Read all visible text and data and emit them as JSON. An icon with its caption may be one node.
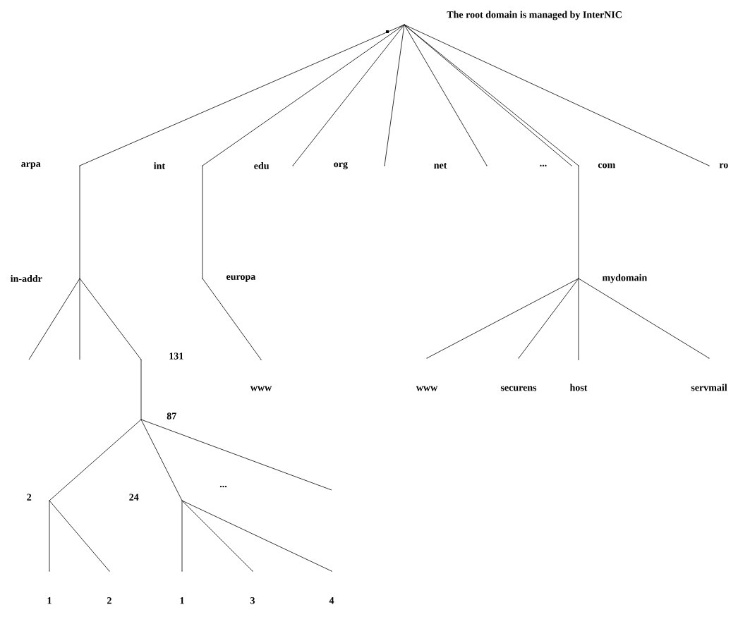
{
  "diagram": {
    "nodes": [
      {
        "text": [],
        "shape": "point"
      },
      {
        "text": [
          "arpa"
        ]
      },
      {
        "text": [
          "int"
        ]
      },
      {
        "text": [
          "edu"
        ]
      },
      {
        "text": [
          "org"
        ]
      },
      {
        "text": [
          "net"
        ]
      },
      {
        "text": [
          "..."
        ]
      },
      {
        "text": [
          "com"
        ]
      },
      {
        "text": [
          "ro"
        ]
      },
      {
        "text": [
          "in-addr"
        ]
      },
      {
        "text": [
          "europa"
        ]
      },
      {
        "text": [
          "mydomain"
        ]
      },
      {
        "text": [
          "131"
        ]
      },
      {
        "text": [
          "www"
        ]
      },
      {
        "text": [
          "www"
        ]
      },
      {
        "text": [
          "securens"
        ]
      },
      {
        "text": [
          "host"
        ]
      },
      {
        "text": [
          "servmail"
        ]
      },
      {
        "text": [
          "87"
        ]
      },
      {
        "text": [
          "2"
        ]
      },
      {
        "text": [
          "24"
        ]
      },
      {
        "text": [
          "1"
        ]
      },
      {
        "text": [
          "2"
        ]
      },
      {
        "text": [
          "1"
        ]
      },
      {
        "text": [
          "3"
        ]
      },
      {
        "text": [
          "4"
        ]
      }
    ],
    "edges": [
      {
        "from": 0,
        "to": 1,
        "arrow": "none"
      },
      {
        "from": 0,
        "to": 2,
        "arrow": "none"
      },
      {
        "from": 0,
        "to": 3,
        "arrow": "none"
      },
      {
        "from": 0,
        "to": 4,
        "arrow": "none"
      },
      {
        "from": 0,
        "to": 5,
        "arrow": "none"
      },
      {
        "from": 0,
        "to": 6,
        "arrow": "none"
      },
      {
        "from": 0,
        "to": 7,
        "arrow": "none"
      },
      {
        "from": 0,
        "to": 8,
        "arrow": "none"
      },
      {
        "from": 1,
        "to": 9,
        "arrow": "none"
      },
      {
        "from": 2,
        "to": 10,
        "arrow": "none"
      },
      {
        "from": 7,
        "to": 11,
        "arrow": "none"
      },
      {
        "from": 9,
        "to": null,
        "arrow": "none"
      },
      {
        "from": 9,
        "to": null,
        "arrow": "none"
      },
      {
        "from": 9,
        "to": 12,
        "arrow": "none"
      },
      {
        "from": 10,
        "to": 13,
        "arrow": "none"
      },
      {
        "from": 11,
        "to": 14,
        "arrow": "none"
      },
      {
        "from": 11,
        "to": 15,
        "arrow": "none"
      },
      {
        "from": 11,
        "to": 16,
        "arrow": "none"
      },
      {
        "from": 11,
        "to": 17,
        "arrow": "none"
      },
      {
        "from": 12,
        "to": 18,
        "arrow": "none"
      },
      {
        "from": 18,
        "to": 19,
        "arrow": "none"
      },
      {
        "from": 18,
        "to": 20,
        "arrow": "none"
      },
      {
        "from": 18,
        "to": null,
        "arrow": "none"
      },
      {
        "from": 19,
        "to": 21,
        "arrow": "none"
      },
      {
        "from": 19,
        "to": 22,
        "arrow": "none"
      },
      {
        "from": 20,
        "to": 23,
        "arrow": "none"
      },
      {
        "from": 20,
        "to": 24,
        "arrow": "none"
      },
      {
        "from": 20,
        "to": 25,
        "arrow": "none"
      }
    ],
    "labels": [
      "The root domain is managed by InterNIC",
      "..."
    ]
  }
}
